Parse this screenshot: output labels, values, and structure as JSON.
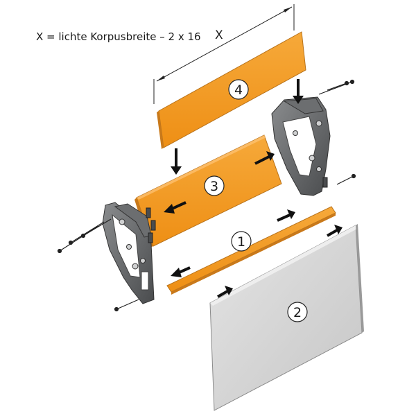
{
  "formula": "X = lichte Korpusbreite – 2 x 16",
  "dimension_label": "X",
  "callouts": {
    "part1": "1",
    "part2": "2",
    "part3": "3",
    "part4": "4"
  },
  "colors": {
    "panel_orange": "#f39a1f",
    "panel_orange_edge": "#c9791a",
    "panel_gray": "#d4d4d4",
    "hardware_gray": "#5f6163",
    "arrow": "#111111"
  }
}
